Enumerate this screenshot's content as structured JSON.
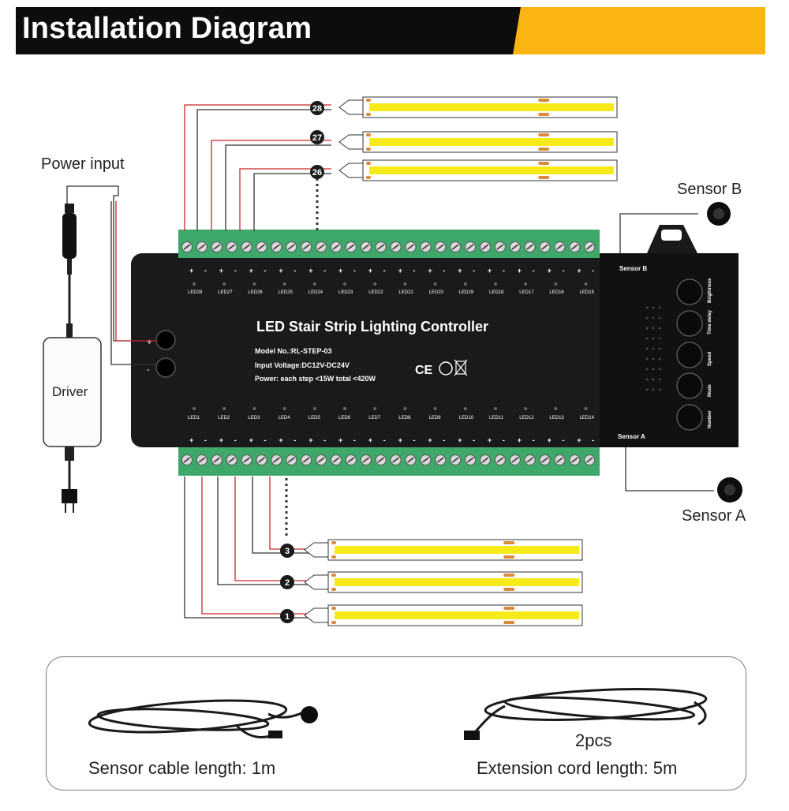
{
  "header": {
    "title": "Installation Diagram",
    "colors": {
      "dark": "#0d0d0d",
      "accent": "#fbb512"
    }
  },
  "labels": {
    "power_input": "Power input",
    "sensor_b": "Sensor B",
    "sensor_a": "Sensor A",
    "driver": "Driver"
  },
  "controller": {
    "title": "LED Stair Strip Lighting Controller",
    "model": "Model No.:RL-STEP-03",
    "voltage": "Input Voltage:DC12V-DC24V",
    "power": "Power:  each step <15W  total <420W",
    "port_sensor_b": "Sensor B",
    "port_sensor_a": "Sensor A",
    "buttons": [
      "Brightness",
      "Time delay",
      "Speed",
      "Mode",
      "Number"
    ],
    "top_leds": [
      "LED28",
      "LED27",
      "LED26",
      "LED25",
      "LED24",
      "LED23",
      "LED22",
      "LED21",
      "LED20",
      "LED19",
      "LED18",
      "LED17",
      "LED16",
      "LED15"
    ],
    "bottom_leds": [
      "LED1",
      "LED2",
      "LED3",
      "LED4",
      "LED5",
      "LED6",
      "LED7",
      "LED8",
      "LED9",
      "LED10",
      "LED11",
      "LED12",
      "LED13",
      "LED14"
    ]
  },
  "steps": {
    "top": [
      "28",
      "27",
      "26"
    ],
    "bottom": [
      "3",
      "2",
      "1"
    ]
  },
  "accessories": {
    "sensor_cable": "Sensor cable length: 1m",
    "extension_count": "2pcs",
    "extension_cord": "Extension cord length: 5m"
  }
}
